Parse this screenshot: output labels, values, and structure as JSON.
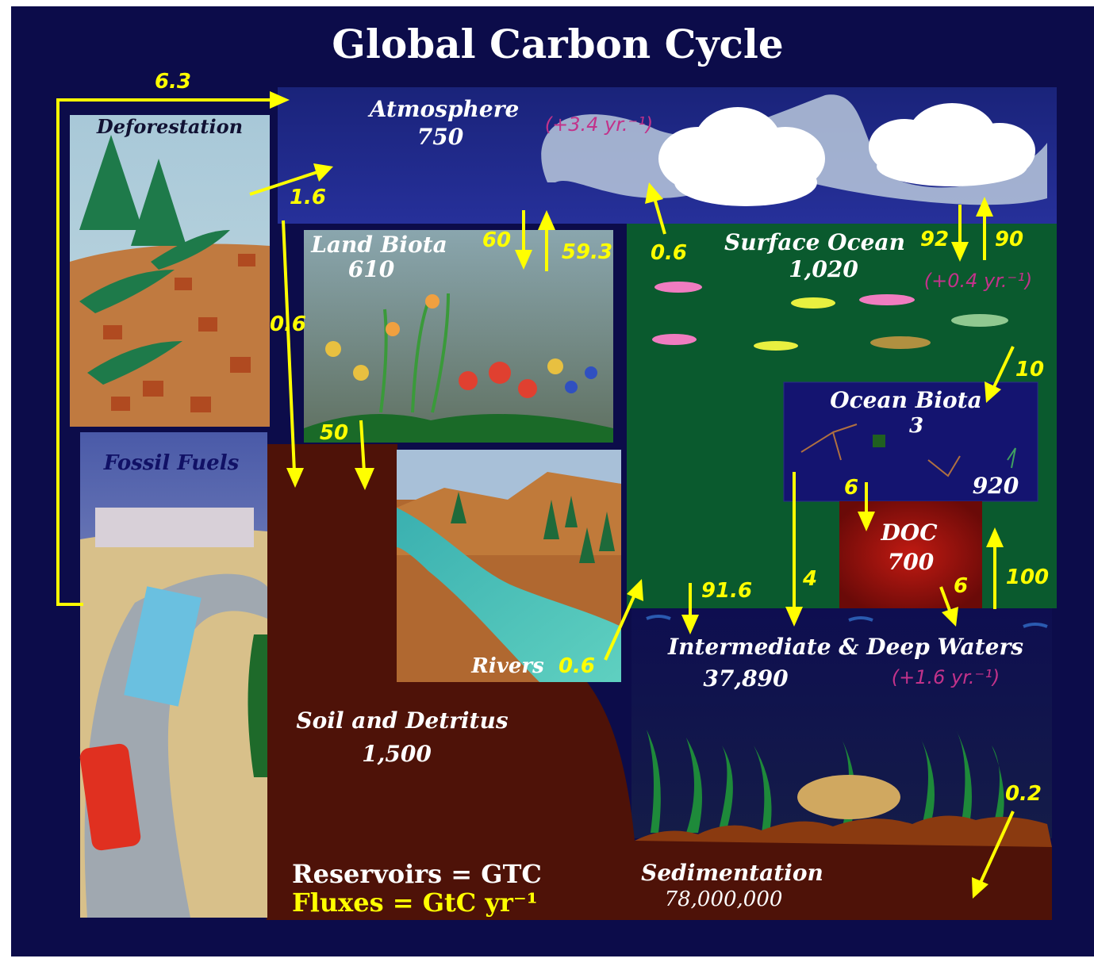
{
  "title": "Global Carbon Cycle",
  "reservoirs": {
    "atmosphere": {
      "label": "Atmosphere",
      "value": "750",
      "rate": "(+3.4 yr.⁻¹)"
    },
    "land_biota": {
      "label": "Land Biota",
      "value": "610"
    },
    "surface_ocean": {
      "label": "Surface Ocean",
      "value": "1,020",
      "rate": "(+0.4 yr.⁻¹)"
    },
    "ocean_biota": {
      "label": "Ocean Biota",
      "value": "3",
      "extra": "920"
    },
    "doc": {
      "label": "DOC",
      "value": "700"
    },
    "deep_waters": {
      "label": "Intermediate & Deep Waters",
      "value": "37,890",
      "rate": "(+1.6 yr.⁻¹)"
    },
    "soil": {
      "label": "Soil and Detritus",
      "value": "1,500"
    },
    "sedimentation": {
      "label": "Sedimentation",
      "value": "78,000,000"
    },
    "deforestation": {
      "label": "Deforestation"
    },
    "fossil_fuels": {
      "label": "Fossil Fuels"
    },
    "rivers": {
      "label": "Rivers"
    }
  },
  "fluxes": {
    "fossil_to_atm": "6.3",
    "deforest_to_atm": "1.6",
    "atm_to_soil": "0.6",
    "atm_to_land": "60",
    "land_to_atm": "59.3",
    "land_to_soil": "50",
    "ocean_to_atm_small": "0.6",
    "rivers": "0.6",
    "atm_to_ocean": "92",
    "ocean_to_atm": "90",
    "surface_to_biota": "10",
    "biota_to_doc": "6",
    "surface_to_deep": "91.6",
    "biota_to_deep": "4",
    "doc_to_deep": "6",
    "deep_to_surface": "100",
    "to_sediment": "0.2"
  },
  "legend": {
    "reservoirs": "Reservoirs = GTC",
    "fluxes": "Fluxes = GtC yr⁻¹"
  },
  "colors": {
    "background": "#0c0c4a",
    "atmosphere": "#1a2585",
    "surface_ocean": "#0a5a2e",
    "soil": "#4e1208",
    "doc": "#a01510",
    "deep": "#0c0c3c",
    "flux": "#ffff00",
    "rate": "#c2328a"
  }
}
